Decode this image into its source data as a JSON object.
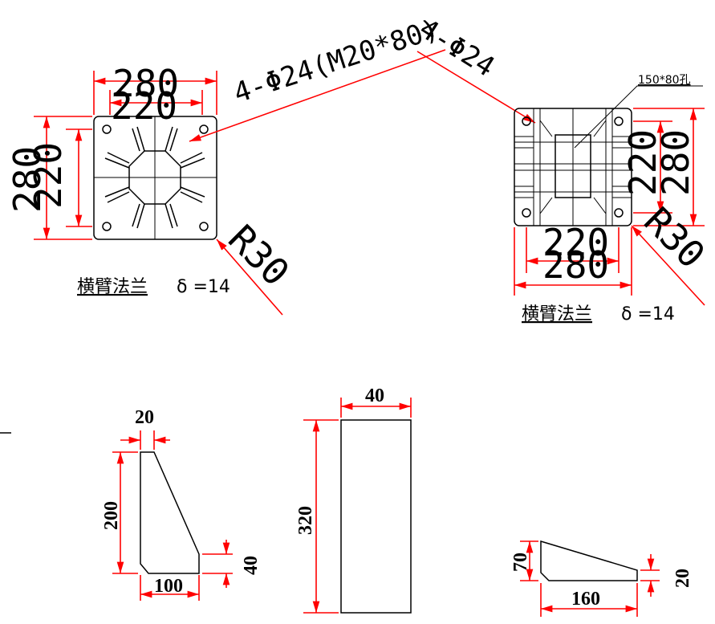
{
  "left_flange": {
    "dim_outer_w": "280",
    "dim_inner_w": "220",
    "dim_outer_h": "280",
    "dim_inner_h": "220",
    "hole_note": "4-Φ24(M20*80)",
    "radius": "R30",
    "caption": "横臂法兰",
    "thickness": "δ =14"
  },
  "right_flange": {
    "hole_note": "4-Φ24",
    "slot_note": "150*80孔",
    "dim_inner_h": "220",
    "dim_outer_h": "280",
    "dim_inner_w": "220",
    "dim_outer_w": "280",
    "radius": "R30",
    "caption": "横臂法兰",
    "thickness": "δ =14"
  },
  "rib_a": {
    "top": "20",
    "height": "200",
    "base": "100",
    "chamfer": "40"
  },
  "plate": {
    "width": "40",
    "height": "320"
  },
  "rib_b": {
    "height": "70",
    "length": "160",
    "end": "20"
  }
}
